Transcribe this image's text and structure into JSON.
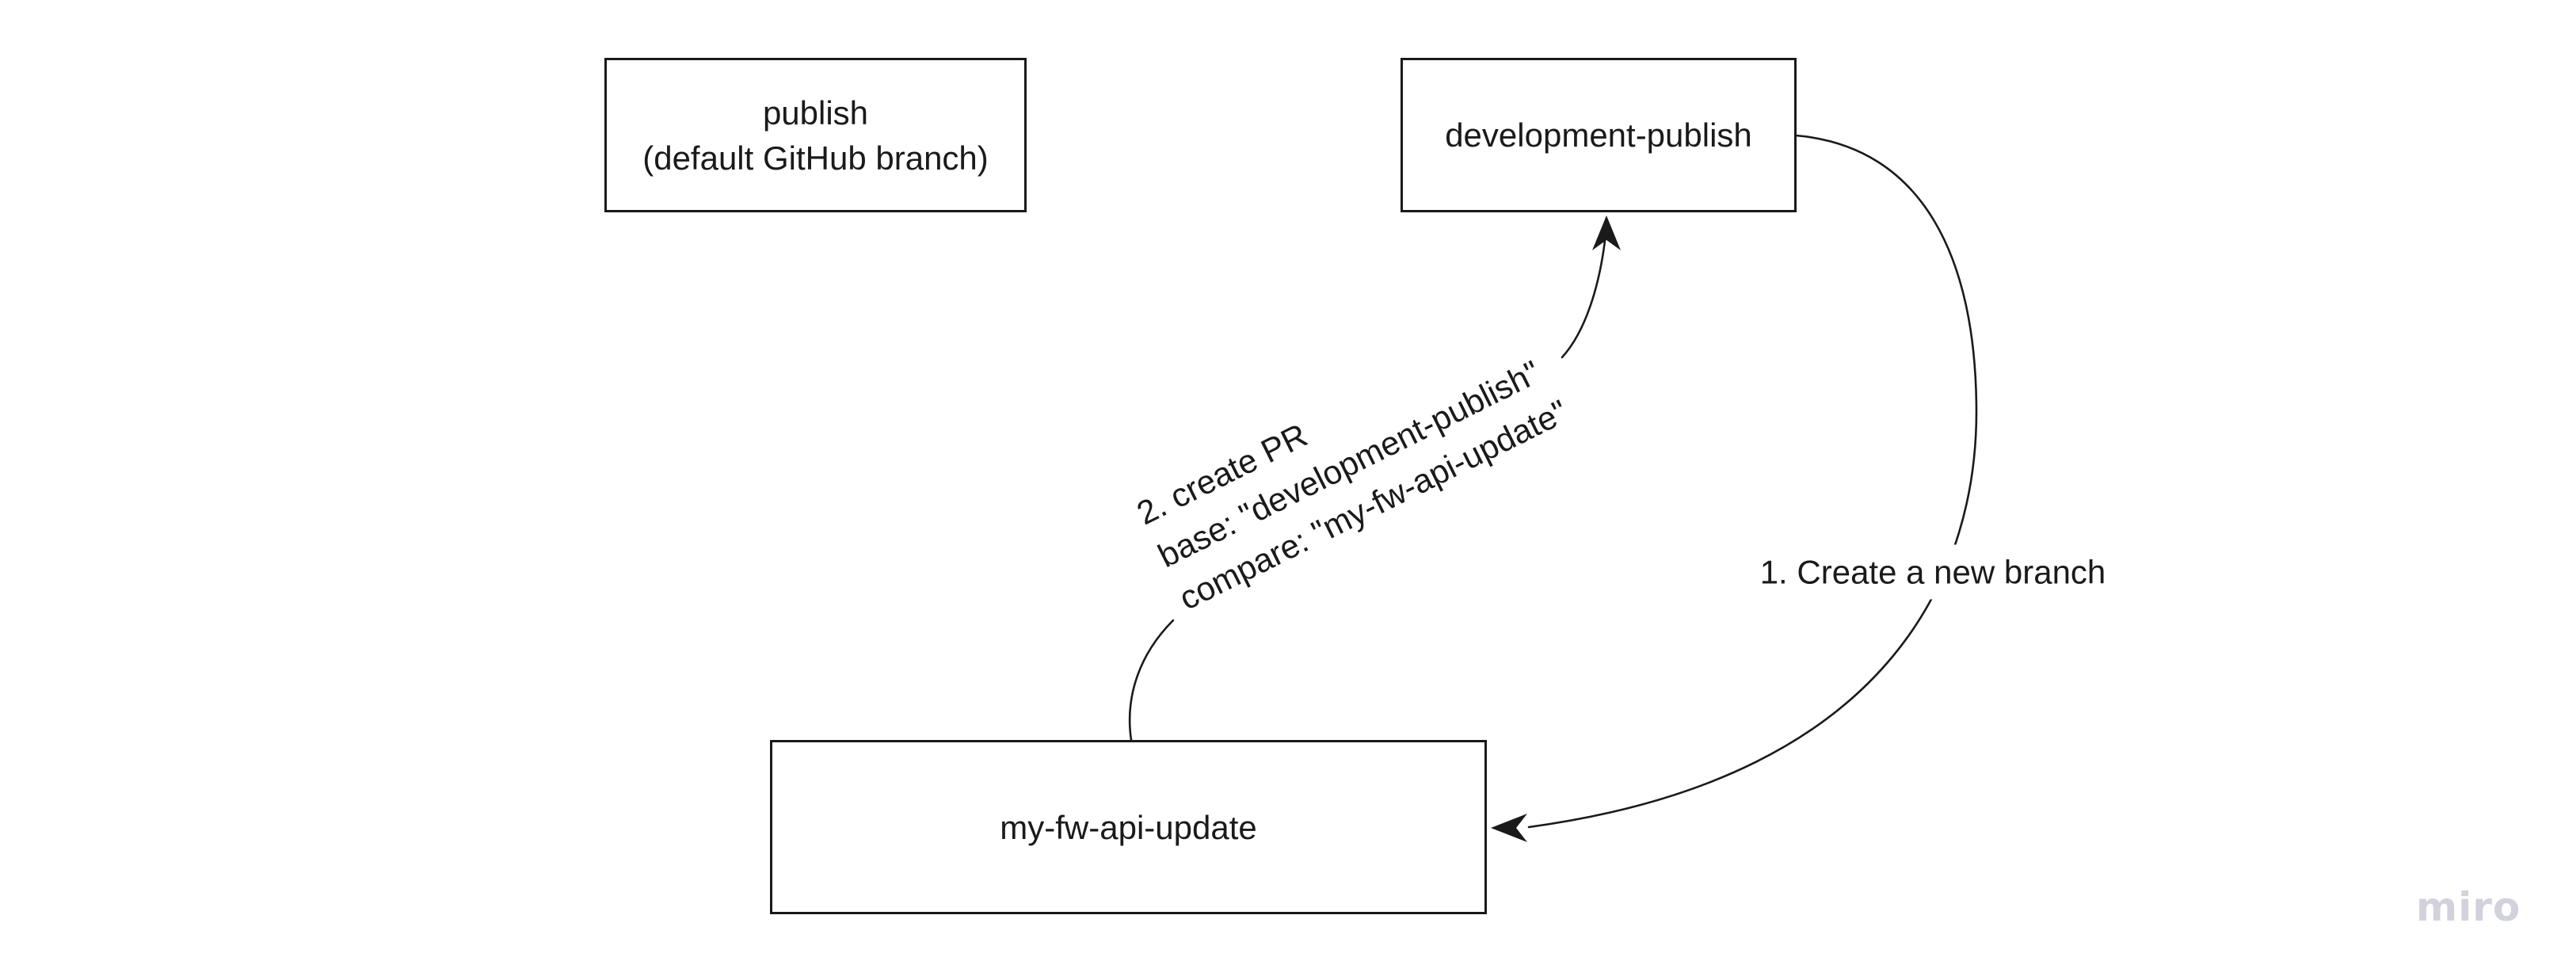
{
  "colors": {
    "ink": "#1a1a1a",
    "background": "#ffffff"
  },
  "nodes": {
    "publish": {
      "lines": [
        "publish",
        "(default GitHub branch)"
      ]
    },
    "development_publish": {
      "label": "development-publish"
    },
    "my_fw_api_update": {
      "label": "my-fw-api-update"
    }
  },
  "edges": {
    "create_branch": {
      "label": "1. Create a new branch",
      "from": "development-publish",
      "to": "my-fw-api-update"
    },
    "create_pr": {
      "lines": [
        "2. create PR",
        "base: \"development-publish\"",
        "compare: \"my-fw-api-update\""
      ],
      "from": "my-fw-api-update",
      "to": "development-publish"
    }
  },
  "watermark": {
    "label": "miro",
    "color": "#d2d2dc"
  }
}
